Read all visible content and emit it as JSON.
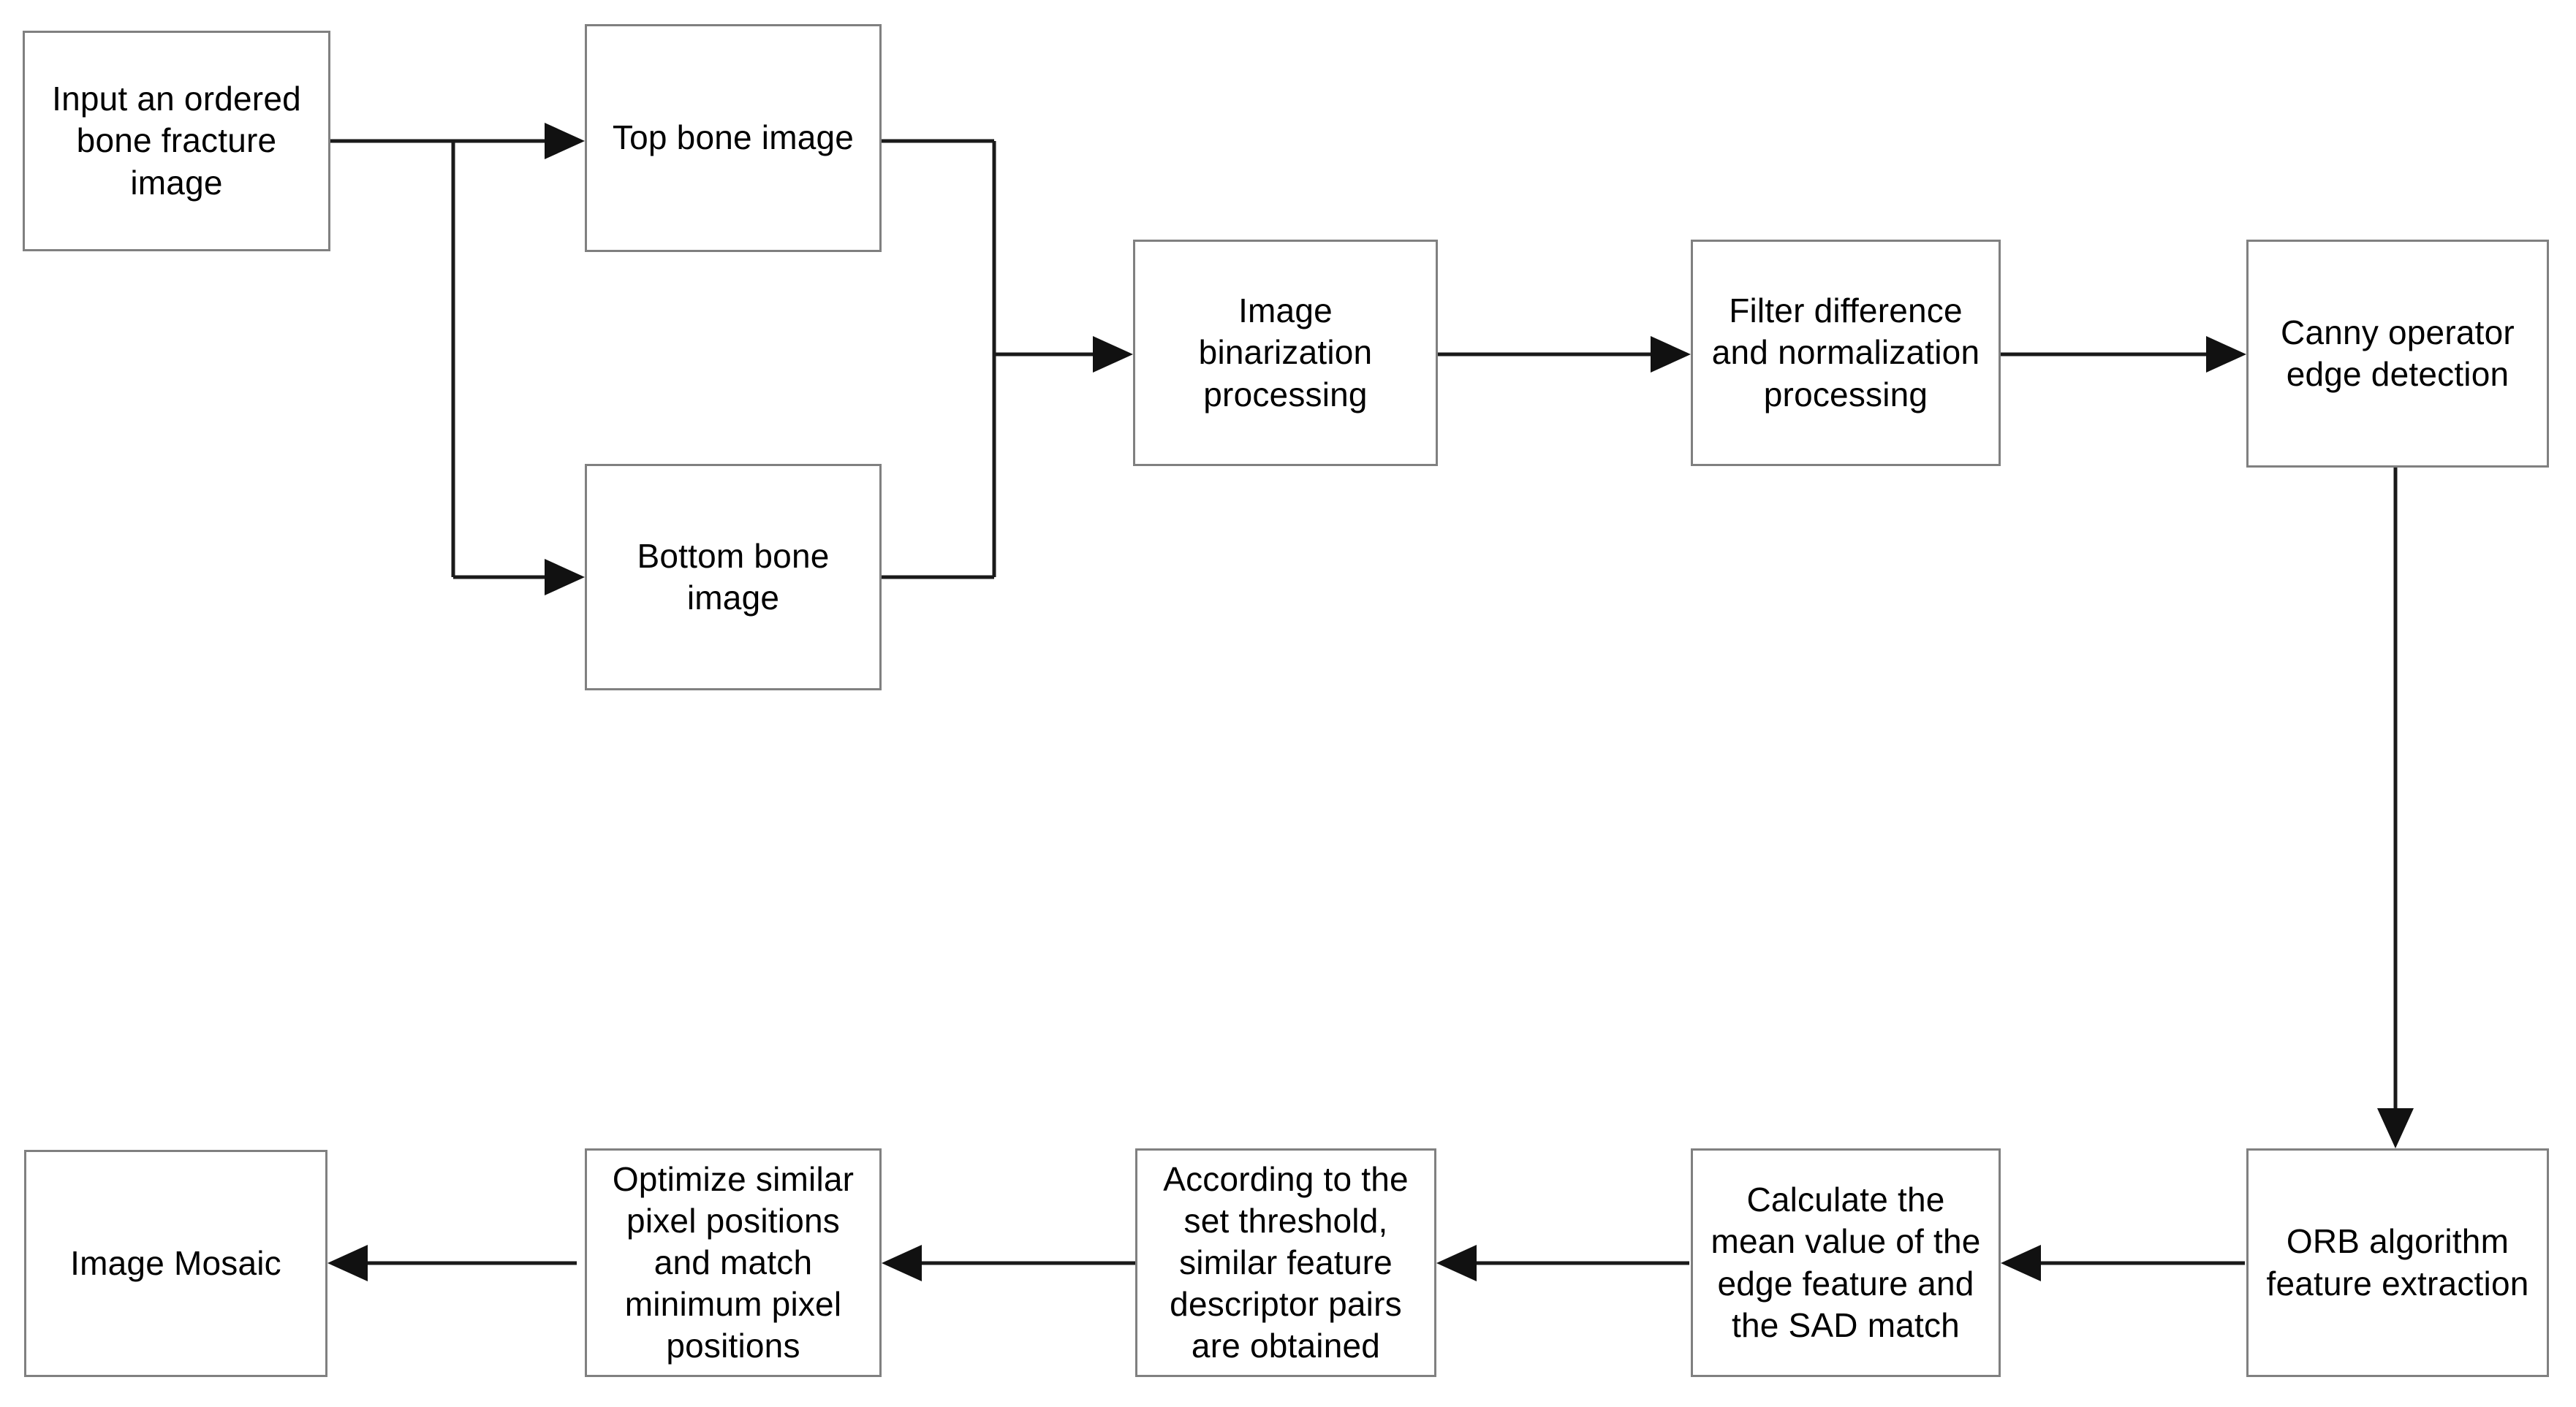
{
  "diagram": {
    "title": "Bone fracture image mosaic processing flowchart",
    "background_color": "#ffffff",
    "box_border_color": "#808080",
    "connector_color": "#1a1a1a",
    "text_color": "#000000"
  },
  "nodes": {
    "input_image": {
      "label": "Input an ordered\nbone fracture\nimage"
    },
    "top_bone": {
      "label": "Top bone  image"
    },
    "bottom_bone": {
      "label": "Bottom bone\nimage"
    },
    "binarization": {
      "label": "Image\nbinarization\nprocessing"
    },
    "filter_normalization": {
      "label": "Filter difference\nand normalization\nprocessing"
    },
    "canny": {
      "label": "Canny operator\nedge detection"
    },
    "orb": {
      "label": "ORB algorithm\nfeature extraction"
    },
    "calculate_mean": {
      "label": "Calculate the\nmean value of the\nedge feature and\nthe SAD match"
    },
    "threshold": {
      "label": "According to the\nset threshold,\nsimilar feature\ndescriptor pairs\nare obtained"
    },
    "optimize": {
      "label": "Optimize similar\npixel positions\nand match\nminimum pixel\npositions"
    },
    "mosaic": {
      "label": "Image Mosaic"
    }
  },
  "connectors": [
    {
      "name": "input-to-split",
      "from": "input_image",
      "to": "split-junction"
    },
    {
      "name": "split-to-top-bone",
      "from": "split-junction",
      "to": "top_bone",
      "arrow": "right"
    },
    {
      "name": "split-to-bottom-bone",
      "from": "split-junction",
      "to": "bottom_bone",
      "arrow": "right"
    },
    {
      "name": "top-bone-to-merge",
      "from": "top_bone",
      "to": "merge-junction"
    },
    {
      "name": "bottom-bone-to-merge",
      "from": "bottom_bone",
      "to": "merge-junction"
    },
    {
      "name": "merge-to-binarization",
      "from": "merge-junction",
      "to": "binarization",
      "arrow": "right"
    },
    {
      "name": "binarization-to-filter",
      "from": "binarization",
      "to": "filter_normalization",
      "arrow": "right"
    },
    {
      "name": "filter-to-canny",
      "from": "filter_normalization",
      "to": "canny",
      "arrow": "right"
    },
    {
      "name": "canny-to-orb",
      "from": "canny",
      "to": "orb",
      "arrow": "down"
    },
    {
      "name": "orb-to-calculate",
      "from": "orb",
      "to": "calculate_mean",
      "arrow": "left"
    },
    {
      "name": "calculate-to-threshold",
      "from": "calculate_mean",
      "to": "threshold",
      "arrow": "left"
    },
    {
      "name": "threshold-to-optimize",
      "from": "threshold",
      "to": "optimize",
      "arrow": "left"
    },
    {
      "name": "optimize-to-mosaic",
      "from": "optimize",
      "to": "mosaic",
      "arrow": "left"
    }
  ]
}
